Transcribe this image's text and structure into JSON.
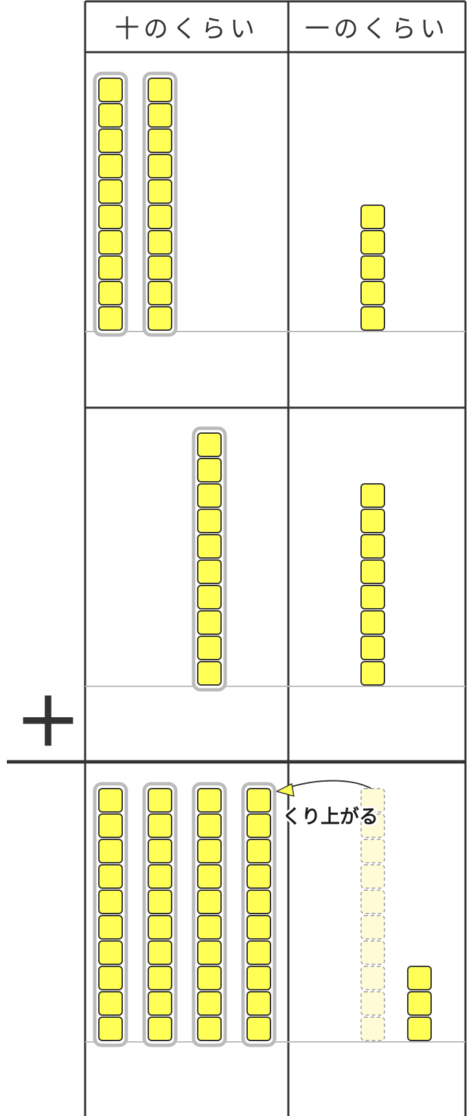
{
  "headers": {
    "tens": "十のくらい",
    "ones": "一のくらい"
  },
  "operator": "＋",
  "carry_label": "くり上がる",
  "rows": [
    {
      "name": "addend-1",
      "tens": 2,
      "ones": 5
    },
    {
      "name": "addend-2",
      "tens": 1,
      "ones": 8
    },
    {
      "name": "sum",
      "tens": 4,
      "ones": 3,
      "carried_ten_ghost": 10
    }
  ],
  "colors": {
    "cube_fill": "#ffff55",
    "cube_stroke": "#333333",
    "rod_frame": "#bbbbbb",
    "ghost_fill": "#fffbd6",
    "grid_line": "#333333",
    "baseline": "#bbbbbb"
  }
}
